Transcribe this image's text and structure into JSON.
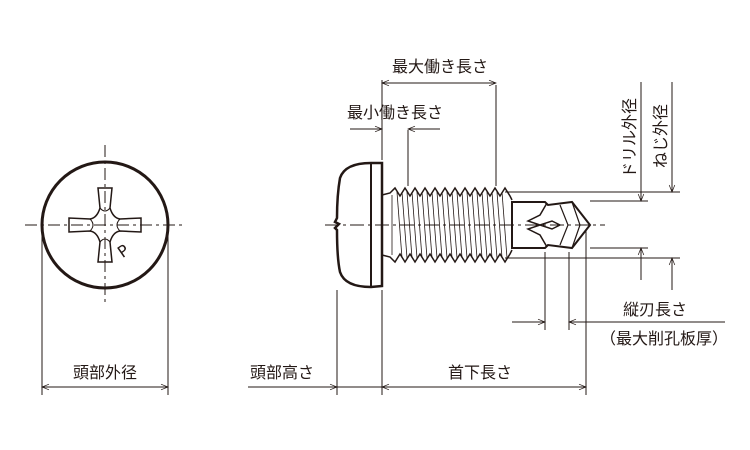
{
  "labels": {
    "max_work_length": "最大働き長さ",
    "min_work_length": "最小働き長さ",
    "drill_diameter": "ドリル外径",
    "thread_diameter": "ねじ外径",
    "flute_length": "縦刃長さ",
    "max_drill_thickness": "（最大削孔板厚）",
    "head_diameter": "頭部外径",
    "head_height": "頭部高さ",
    "under_head_length": "首下長さ"
  },
  "recess_mark": "P",
  "colors": {
    "line": "#231815",
    "background": "#ffffff"
  }
}
